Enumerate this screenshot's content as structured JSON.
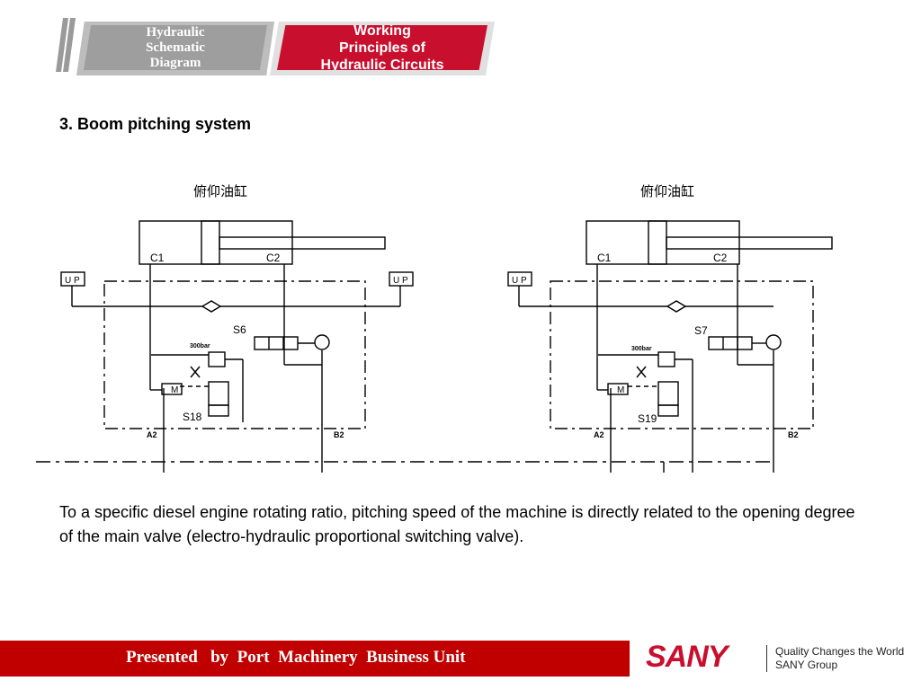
{
  "tabs": [
    {
      "label": "Hydraulic\nSchematic\nDiagram",
      "active": false
    },
    {
      "label": "Working\nPrinciples of\nHydraulic Circuits",
      "active": true
    }
  ],
  "section_title": "3. Boom pitching system",
  "diagram": {
    "left_circuit": {
      "cylinder_label": "俯仰油缸",
      "c1": "C1",
      "c2": "C2",
      "relief_label": "300bar",
      "valve_top": "S6",
      "valve_bottom": "S18",
      "port_a": "A2",
      "port_b": "B2",
      "motor_symbol": "M"
    },
    "right_circuit": {
      "cylinder_label": "俯仰油缸",
      "c1": "C1",
      "c2": "C2",
      "relief_label": "300bar",
      "valve_top": "S7",
      "valve_bottom": "S19",
      "port_a": "A2",
      "port_b": "B2",
      "motor_symbol": "M"
    }
  },
  "body_text": "To a specific diesel engine rotating ratio, pitching speed of the machine is directly related to the opening degree of the main valve (electro-hydraulic proportional switching valve).",
  "footer": {
    "presented_by": "Presented   by  Port  Machinery  Business Unit",
    "brand": "SANY",
    "slogan_line1": "Quality Changes the World",
    "slogan_line2": "SANY Group"
  },
  "colors": {
    "accent_red": "#c8102e",
    "footer_red": "#c00000",
    "tab_gray": "#9e9e9e"
  }
}
